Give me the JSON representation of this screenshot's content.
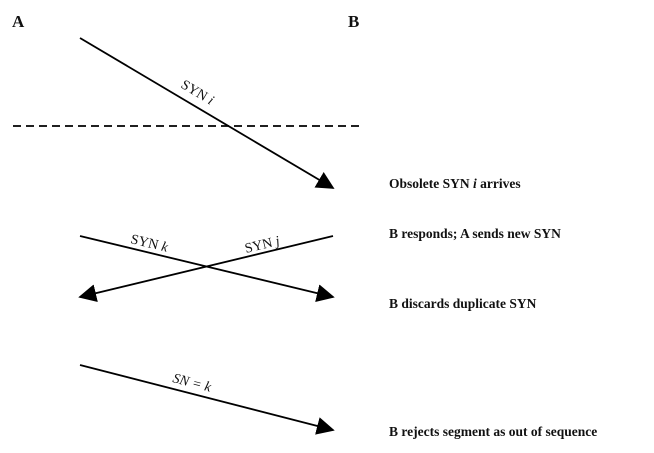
{
  "endpoints": {
    "left": "A",
    "right": "B"
  },
  "messages": [
    {
      "id": "syn-i",
      "label_main": "SYN ",
      "label_var": "i",
      "direction": "A-to-B"
    },
    {
      "id": "syn-k",
      "label_main": "SYN ",
      "label_var": "k",
      "direction": "A-to-B"
    },
    {
      "id": "syn-j",
      "label_main": "SYN ",
      "label_var": "j",
      "direction": "B-to-A"
    },
    {
      "id": "sn-k",
      "label_main": "SN = ",
      "label_var": "k",
      "direction": "A-to-B"
    }
  ],
  "events": [
    {
      "text_before": "Obsolete SYN ",
      "text_var": "i",
      "text_after": " arrives"
    },
    {
      "text": "B responds; A sends new SYN"
    },
    {
      "text": "B discards duplicate SYN"
    },
    {
      "text": "B rejects segment as out of sequence"
    }
  ]
}
